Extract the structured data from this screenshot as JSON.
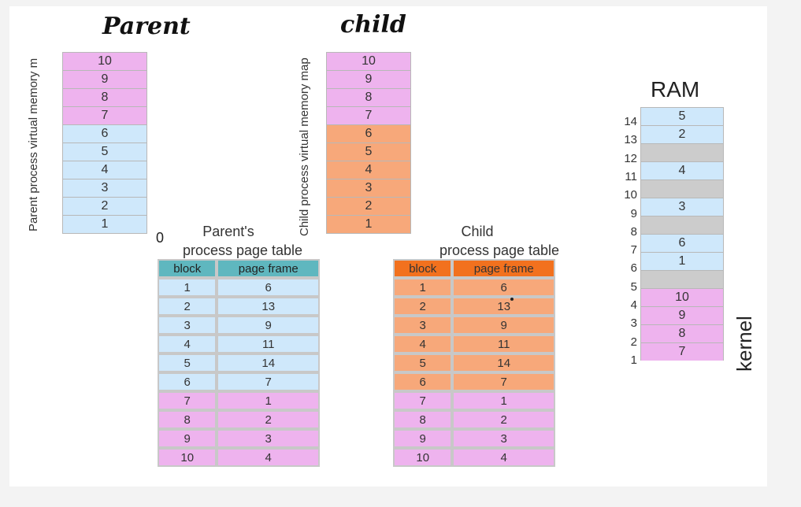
{
  "parent": {
    "handwritten": "Parent",
    "vertical_label": "Parent process virtual memory m",
    "blocks": [
      {
        "n": "10",
        "c": "pink"
      },
      {
        "n": "9",
        "c": "pink"
      },
      {
        "n": "8",
        "c": "pink"
      },
      {
        "n": "7",
        "c": "pink"
      },
      {
        "n": "6",
        "c": "blue"
      },
      {
        "n": "5",
        "c": "blue"
      },
      {
        "n": "4",
        "c": "blue"
      },
      {
        "n": "3",
        "c": "blue"
      },
      {
        "n": "2",
        "c": "blue"
      },
      {
        "n": "1",
        "c": "blue"
      }
    ],
    "zero": "0",
    "table_title_1": "Parent's",
    "table_title_2": "process page table",
    "headers": [
      "block",
      "page frame"
    ],
    "rows": [
      {
        "b": "1",
        "f": "6",
        "c": "blue"
      },
      {
        "b": "2",
        "f": "13",
        "c": "blue"
      },
      {
        "b": "3",
        "f": "9",
        "c": "blue"
      },
      {
        "b": "4",
        "f": "11",
        "c": "blue"
      },
      {
        "b": "5",
        "f": "14",
        "c": "blue"
      },
      {
        "b": "6",
        "f": "7",
        "c": "blue"
      },
      {
        "b": "7",
        "f": "1",
        "c": "pink"
      },
      {
        "b": "8",
        "f": "2",
        "c": "pink"
      },
      {
        "b": "9",
        "f": "3",
        "c": "pink"
      },
      {
        "b": "10",
        "f": "4",
        "c": "pink"
      }
    ]
  },
  "child": {
    "handwritten": "child",
    "vertical_label": "Child process virtual memory map",
    "blocks": [
      {
        "n": "10",
        "c": "pink"
      },
      {
        "n": "9",
        "c": "pink"
      },
      {
        "n": "8",
        "c": "pink"
      },
      {
        "n": "7",
        "c": "pink"
      },
      {
        "n": "6",
        "c": "orange"
      },
      {
        "n": "5",
        "c": "orange"
      },
      {
        "n": "4",
        "c": "orange"
      },
      {
        "n": "3",
        "c": "orange"
      },
      {
        "n": "2",
        "c": "orange"
      },
      {
        "n": "1",
        "c": "orange"
      }
    ],
    "table_title_1": "Child",
    "table_title_2": "process page table",
    "headers": [
      "block",
      "page frame"
    ],
    "rows": [
      {
        "b": "1",
        "f": "6",
        "c": "orange"
      },
      {
        "b": "2",
        "f": "13",
        "c": "orange"
      },
      {
        "b": "3",
        "f": "9",
        "c": "orange"
      },
      {
        "b": "4",
        "f": "11",
        "c": "orange"
      },
      {
        "b": "5",
        "f": "14",
        "c": "orange"
      },
      {
        "b": "6",
        "f": "7",
        "c": "orange"
      },
      {
        "b": "7",
        "f": "1",
        "c": "pink"
      },
      {
        "b": "8",
        "f": "2",
        "c": "pink"
      },
      {
        "b": "9",
        "f": "3",
        "c": "pink"
      },
      {
        "b": "10",
        "f": "4",
        "c": "pink"
      }
    ]
  },
  "ram": {
    "title": "RAM",
    "side_label": "kernel",
    "frames": [
      {
        "idx": "14",
        "v": "5",
        "c": "blue"
      },
      {
        "idx": "13",
        "v": "2",
        "c": "blue"
      },
      {
        "idx": "12",
        "v": "",
        "c": "gray"
      },
      {
        "idx": "11",
        "v": "4",
        "c": "blue"
      },
      {
        "idx": "10",
        "v": "",
        "c": "gray"
      },
      {
        "idx": "9",
        "v": "3",
        "c": "blue"
      },
      {
        "idx": "8",
        "v": "",
        "c": "gray"
      },
      {
        "idx": "7",
        "v": "6",
        "c": "blue"
      },
      {
        "idx": "6",
        "v": "1",
        "c": "blue"
      },
      {
        "idx": "5",
        "v": "",
        "c": "gray"
      },
      {
        "idx": "4",
        "v": "10",
        "c": "pink"
      },
      {
        "idx": "3",
        "v": "9",
        "c": "pink"
      },
      {
        "idx": "2",
        "v": "8",
        "c": "pink"
      },
      {
        "idx": "1",
        "v": "7",
        "c": "pink"
      }
    ]
  },
  "colors": {
    "pink": "#eeb3ee",
    "blue": "#cfe8fb",
    "orange": "#f7a87a",
    "gray": "#cccccc",
    "teal_header": "#5fb7bf",
    "orange_header": "#f2711e"
  }
}
